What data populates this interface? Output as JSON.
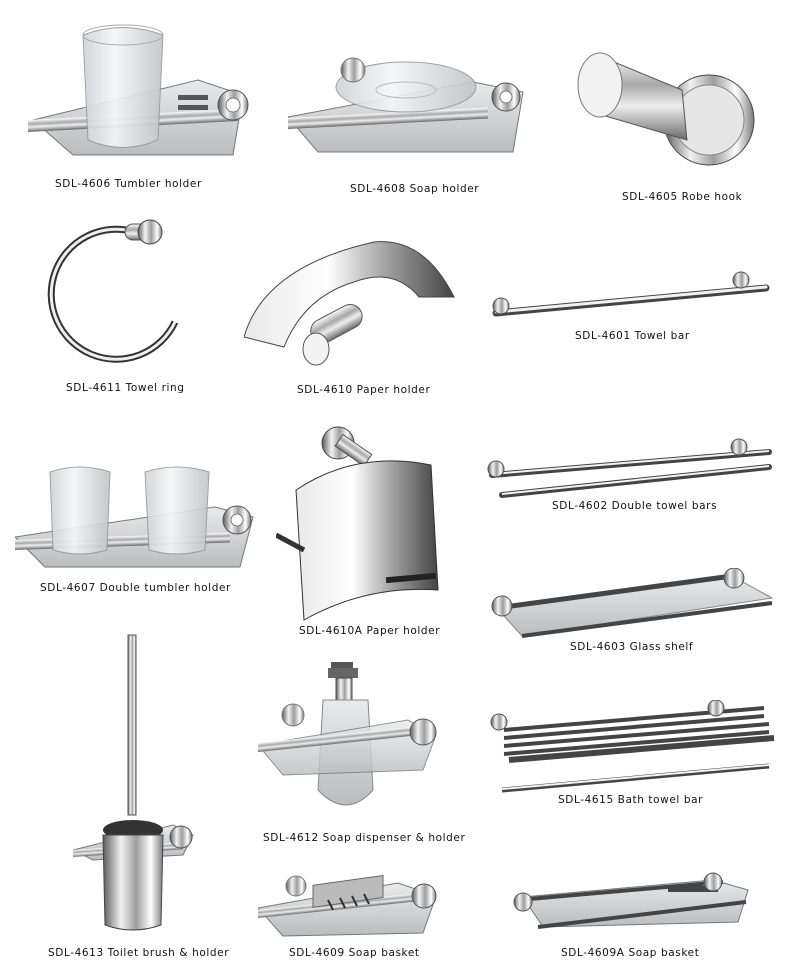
{
  "products": [
    {
      "code": "SDL-4606",
      "caption": "SDL-4606  Tumbler holder"
    },
    {
      "code": "SDL-4608",
      "caption": "SDL-4608  Soap holder"
    },
    {
      "code": "SDL-4605",
      "caption": "SDL-4605  Robe hook"
    },
    {
      "code": "SDL-4611",
      "caption": "SDL-4611  Towel ring"
    },
    {
      "code": "SDL-4610",
      "caption": "SDL-4610  Paper holder"
    },
    {
      "code": "SDL-4601",
      "caption": "SDL-4601  Towel bar"
    },
    {
      "code": "SDL-4607",
      "caption": "SDL-4607  Double tumbler  holder"
    },
    {
      "code": "SDL-4610A",
      "caption": "SDL-4610A  Paper holder"
    },
    {
      "code": "SDL-4602",
      "caption": "SDL-4602  Double  towel  bars"
    },
    {
      "code": "SDL-4603",
      "caption": "SDL-4603  Glass shelf"
    },
    {
      "code": "SDL-4612",
      "caption": "SDL-4612  Soap  dispenser  &  holder"
    },
    {
      "code": "SDL-4615",
      "caption": "SDL-4615  Bath towel bar"
    },
    {
      "code": "SDL-4613",
      "caption": "SDL-4613  Toilet brush & holder"
    },
    {
      "code": "SDL-4609",
      "caption": "SDL-4609  Soap  basket"
    },
    {
      "code": "SDL-4609A",
      "caption": "SDL-4609A  Soap  basket"
    }
  ]
}
